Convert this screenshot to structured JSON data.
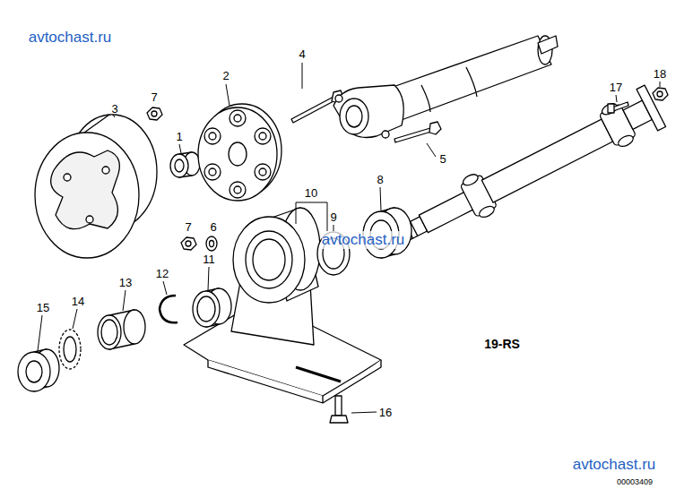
{
  "diagram": {
    "labels": [
      "avtochast.ru",
      "4",
      "2",
      "18",
      "17",
      "3",
      "7",
      "1",
      "5",
      "10",
      "8",
      "7",
      "6",
      "9",
      "avtochast.ru",
      "11",
      "12",
      "13",
      "14",
      "15",
      "19-RS",
      "16",
      "avtochast.ru",
      "00003409"
    ]
  }
}
